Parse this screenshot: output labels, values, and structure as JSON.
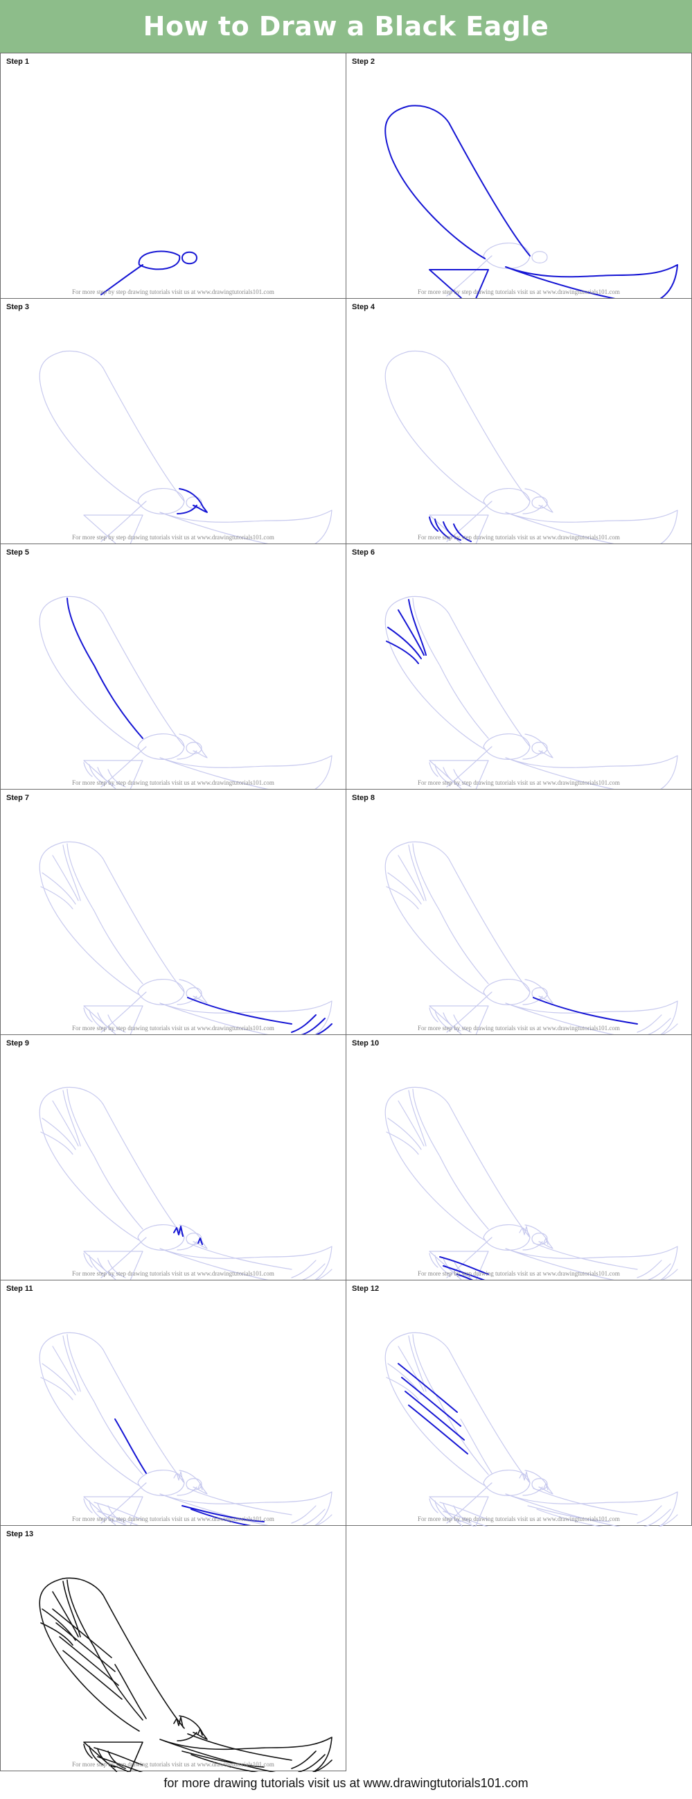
{
  "title": "How to Draw a Black Eagle",
  "credit": "For more step by step drawing tutorials visit us at www.drawingtutorials101.com",
  "footer": "for more drawing tutorials visit us at www.drawingtutorials101.com",
  "colors": {
    "header_bg": "#8dbd8a",
    "guide_stroke": "#c7c9ee",
    "new_stroke": "#1515d4",
    "final_stroke": "#111111"
  },
  "steps": [
    {
      "label": "Step 1"
    },
    {
      "label": "Step 2"
    },
    {
      "label": "Step 3"
    },
    {
      "label": "Step 4"
    },
    {
      "label": "Step 5"
    },
    {
      "label": "Step 6"
    },
    {
      "label": "Step 7"
    },
    {
      "label": "Step 8"
    },
    {
      "label": "Step 9"
    },
    {
      "label": "Step 10"
    },
    {
      "label": "Step 11"
    },
    {
      "label": "Step 12"
    },
    {
      "label": "Step 13"
    }
  ]
}
